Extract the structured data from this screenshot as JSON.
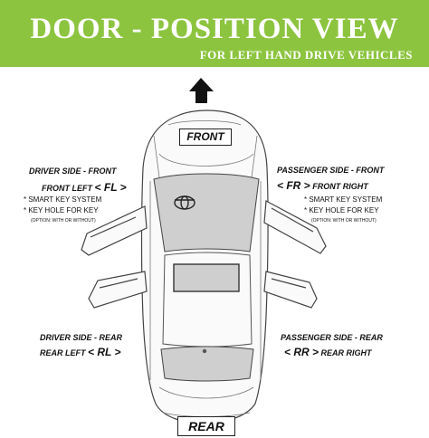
{
  "header": {
    "title": "DOOR - POSITION VIEW",
    "subtitle": "FOR LEFT HAND DRIVE VEHICLES"
  },
  "labels": {
    "front": "FRONT",
    "rear": "REAR"
  },
  "positions": {
    "front_left": {
      "heading": "DRIVER SIDE - FRONT",
      "name": "FRONT LEFT",
      "code": "< FL >",
      "notes": [
        "* SMART KEY SYSTEM",
        "* KEY HOLE FOR KEY"
      ],
      "option": "(OPTION: WITH OR WITHOUT)"
    },
    "front_right": {
      "heading": "PASSENGER SIDE - FRONT",
      "name": "FRONT RIGHT",
      "code": "< FR >",
      "notes": [
        "* SMART KEY SYSTEM",
        "* KEY HOLE FOR KEY"
      ],
      "option": "(OPTION: WITH OR WITHOUT)"
    },
    "rear_left": {
      "heading": "DRIVER SIDE - REAR",
      "name": "REAR LEFT",
      "code": "< RL >"
    },
    "rear_right": {
      "heading": "PASSENGER SIDE - REAR",
      "name": "REAR RIGHT",
      "code": "< RR >"
    }
  },
  "colors": {
    "banner": "#8cc43f",
    "glass": "#cfcfcf",
    "outline": "#444444"
  },
  "icons": [
    "up-arrow-icon",
    "car-logo-icon"
  ]
}
